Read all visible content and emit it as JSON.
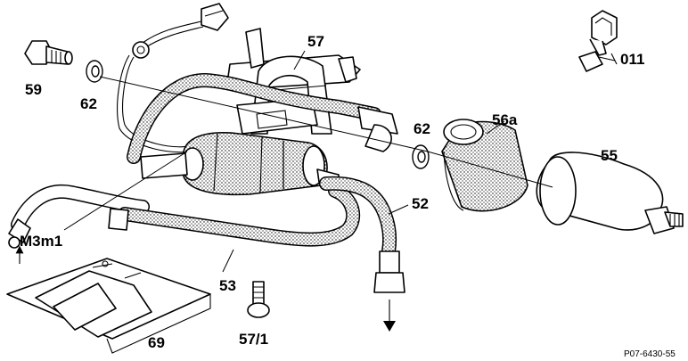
{
  "labels": {
    "p59": "59",
    "p62a": "62",
    "p57": "57",
    "p62b": "62",
    "p56a": "56a",
    "p55": "55",
    "p011": "011",
    "p52": "52",
    "pM3m1": "M3m1",
    "p53": "53",
    "p57_1": "57/1",
    "p69": "69"
  },
  "reference": "P07-6430-55"
}
